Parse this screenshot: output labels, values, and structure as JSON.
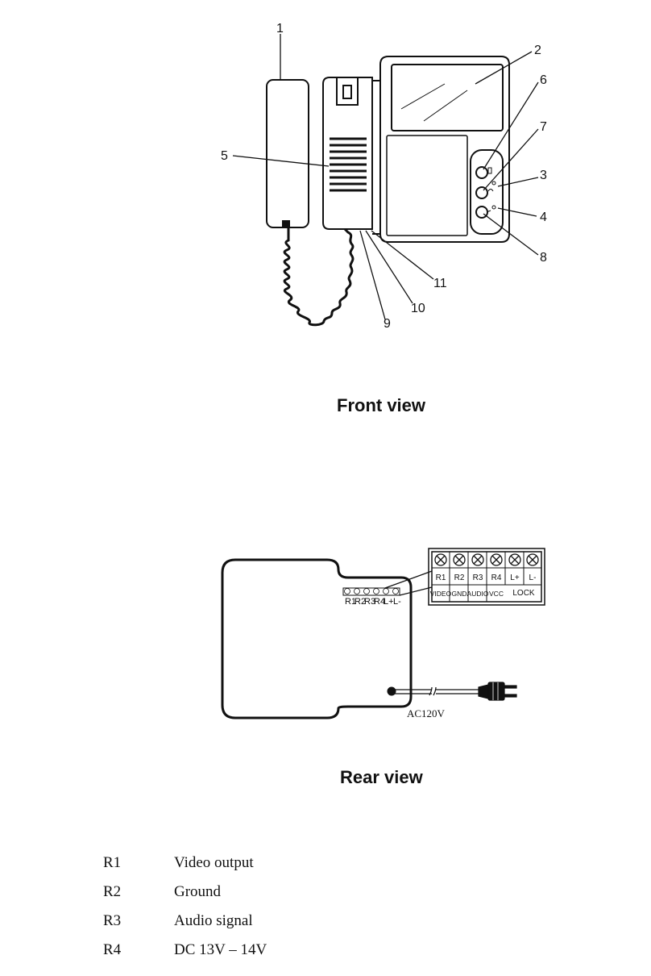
{
  "front": {
    "title": "Front view",
    "callouts": [
      "1",
      "2",
      "3",
      "4",
      "5",
      "6",
      "7",
      "8",
      "9",
      "10",
      "11"
    ]
  },
  "rear": {
    "title": "Rear view",
    "small_terminal_labels": [
      "R1",
      "R2",
      "R3",
      "R4",
      "L+",
      "L-"
    ],
    "terminal_block": {
      "codes": [
        "R1",
        "R2",
        "R3",
        "R4",
        "L+",
        "L-"
      ],
      "functions": [
        "VIDEO",
        "GND",
        "AUDIO",
        "VCC"
      ],
      "lock_label": "LOCK"
    },
    "power_label": "AC120V"
  },
  "legend": [
    {
      "code": "R1",
      "desc": "Video output"
    },
    {
      "code": "R2",
      "desc": "Ground"
    },
    {
      "code": "R3",
      "desc": "Audio signal"
    },
    {
      "code": "R4",
      "desc": "DC 13V – 14V"
    }
  ]
}
